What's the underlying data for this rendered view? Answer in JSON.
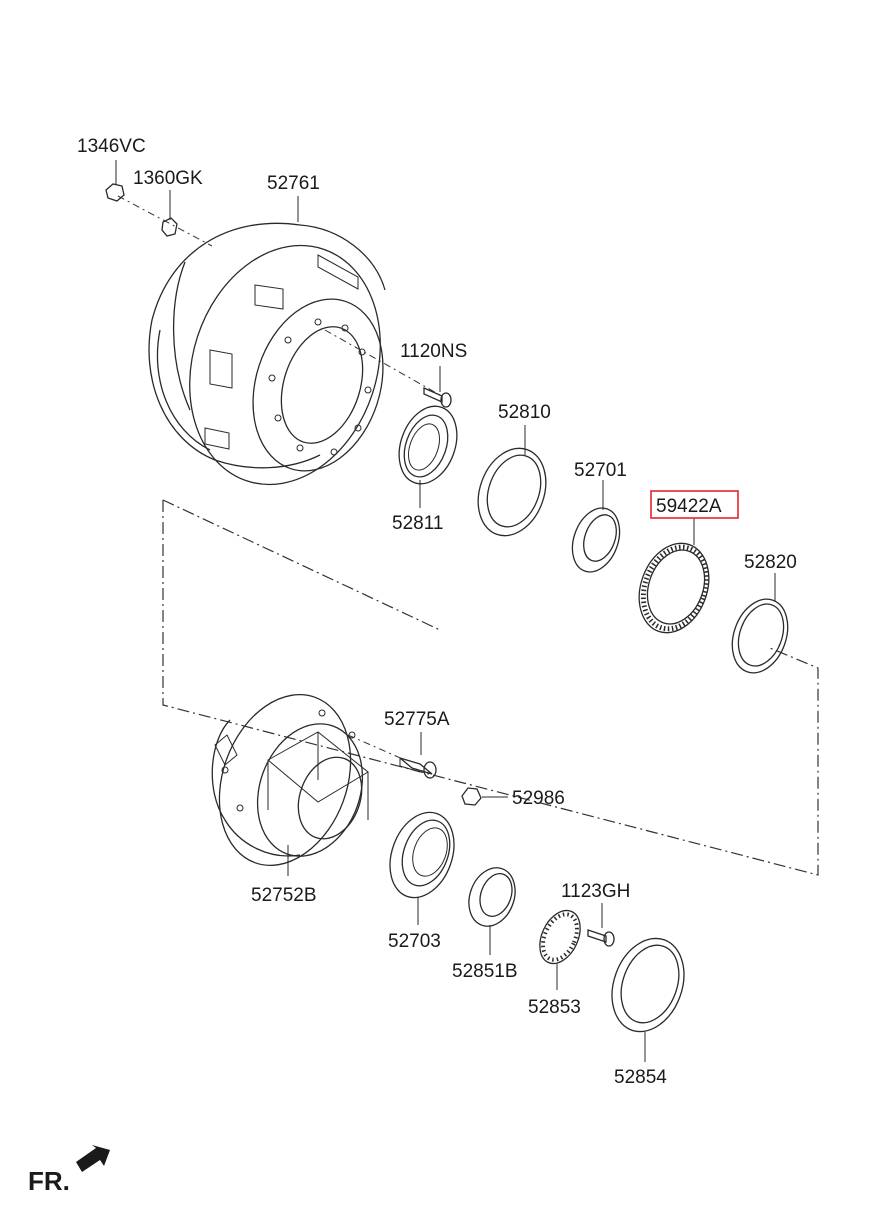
{
  "parts": [
    {
      "id": "p1346vc",
      "label": "1346VC"
    },
    {
      "id": "p1360gk",
      "label": "1360GK"
    },
    {
      "id": "p52761",
      "label": "52761"
    },
    {
      "id": "p1120ns",
      "label": "1120NS"
    },
    {
      "id": "p52810",
      "label": "52810"
    },
    {
      "id": "p52811",
      "label": "52811"
    },
    {
      "id": "p52701",
      "label": "52701"
    },
    {
      "id": "p59422a",
      "label": "59422A",
      "highlighted": true
    },
    {
      "id": "p52820",
      "label": "52820"
    },
    {
      "id": "p52775a",
      "label": "52775A"
    },
    {
      "id": "p52986",
      "label": "52986"
    },
    {
      "id": "p52752b",
      "label": "52752B"
    },
    {
      "id": "p52703",
      "label": "52703"
    },
    {
      "id": "p1123gh",
      "label": "1123GH"
    },
    {
      "id": "p52851b",
      "label": "52851B"
    },
    {
      "id": "p52853",
      "label": "52853"
    },
    {
      "id": "p52854",
      "label": "52854"
    }
  ],
  "direction_label": "FR.",
  "colors": {
    "highlight": "#e2262b",
    "line": "#2a2a2a"
  }
}
